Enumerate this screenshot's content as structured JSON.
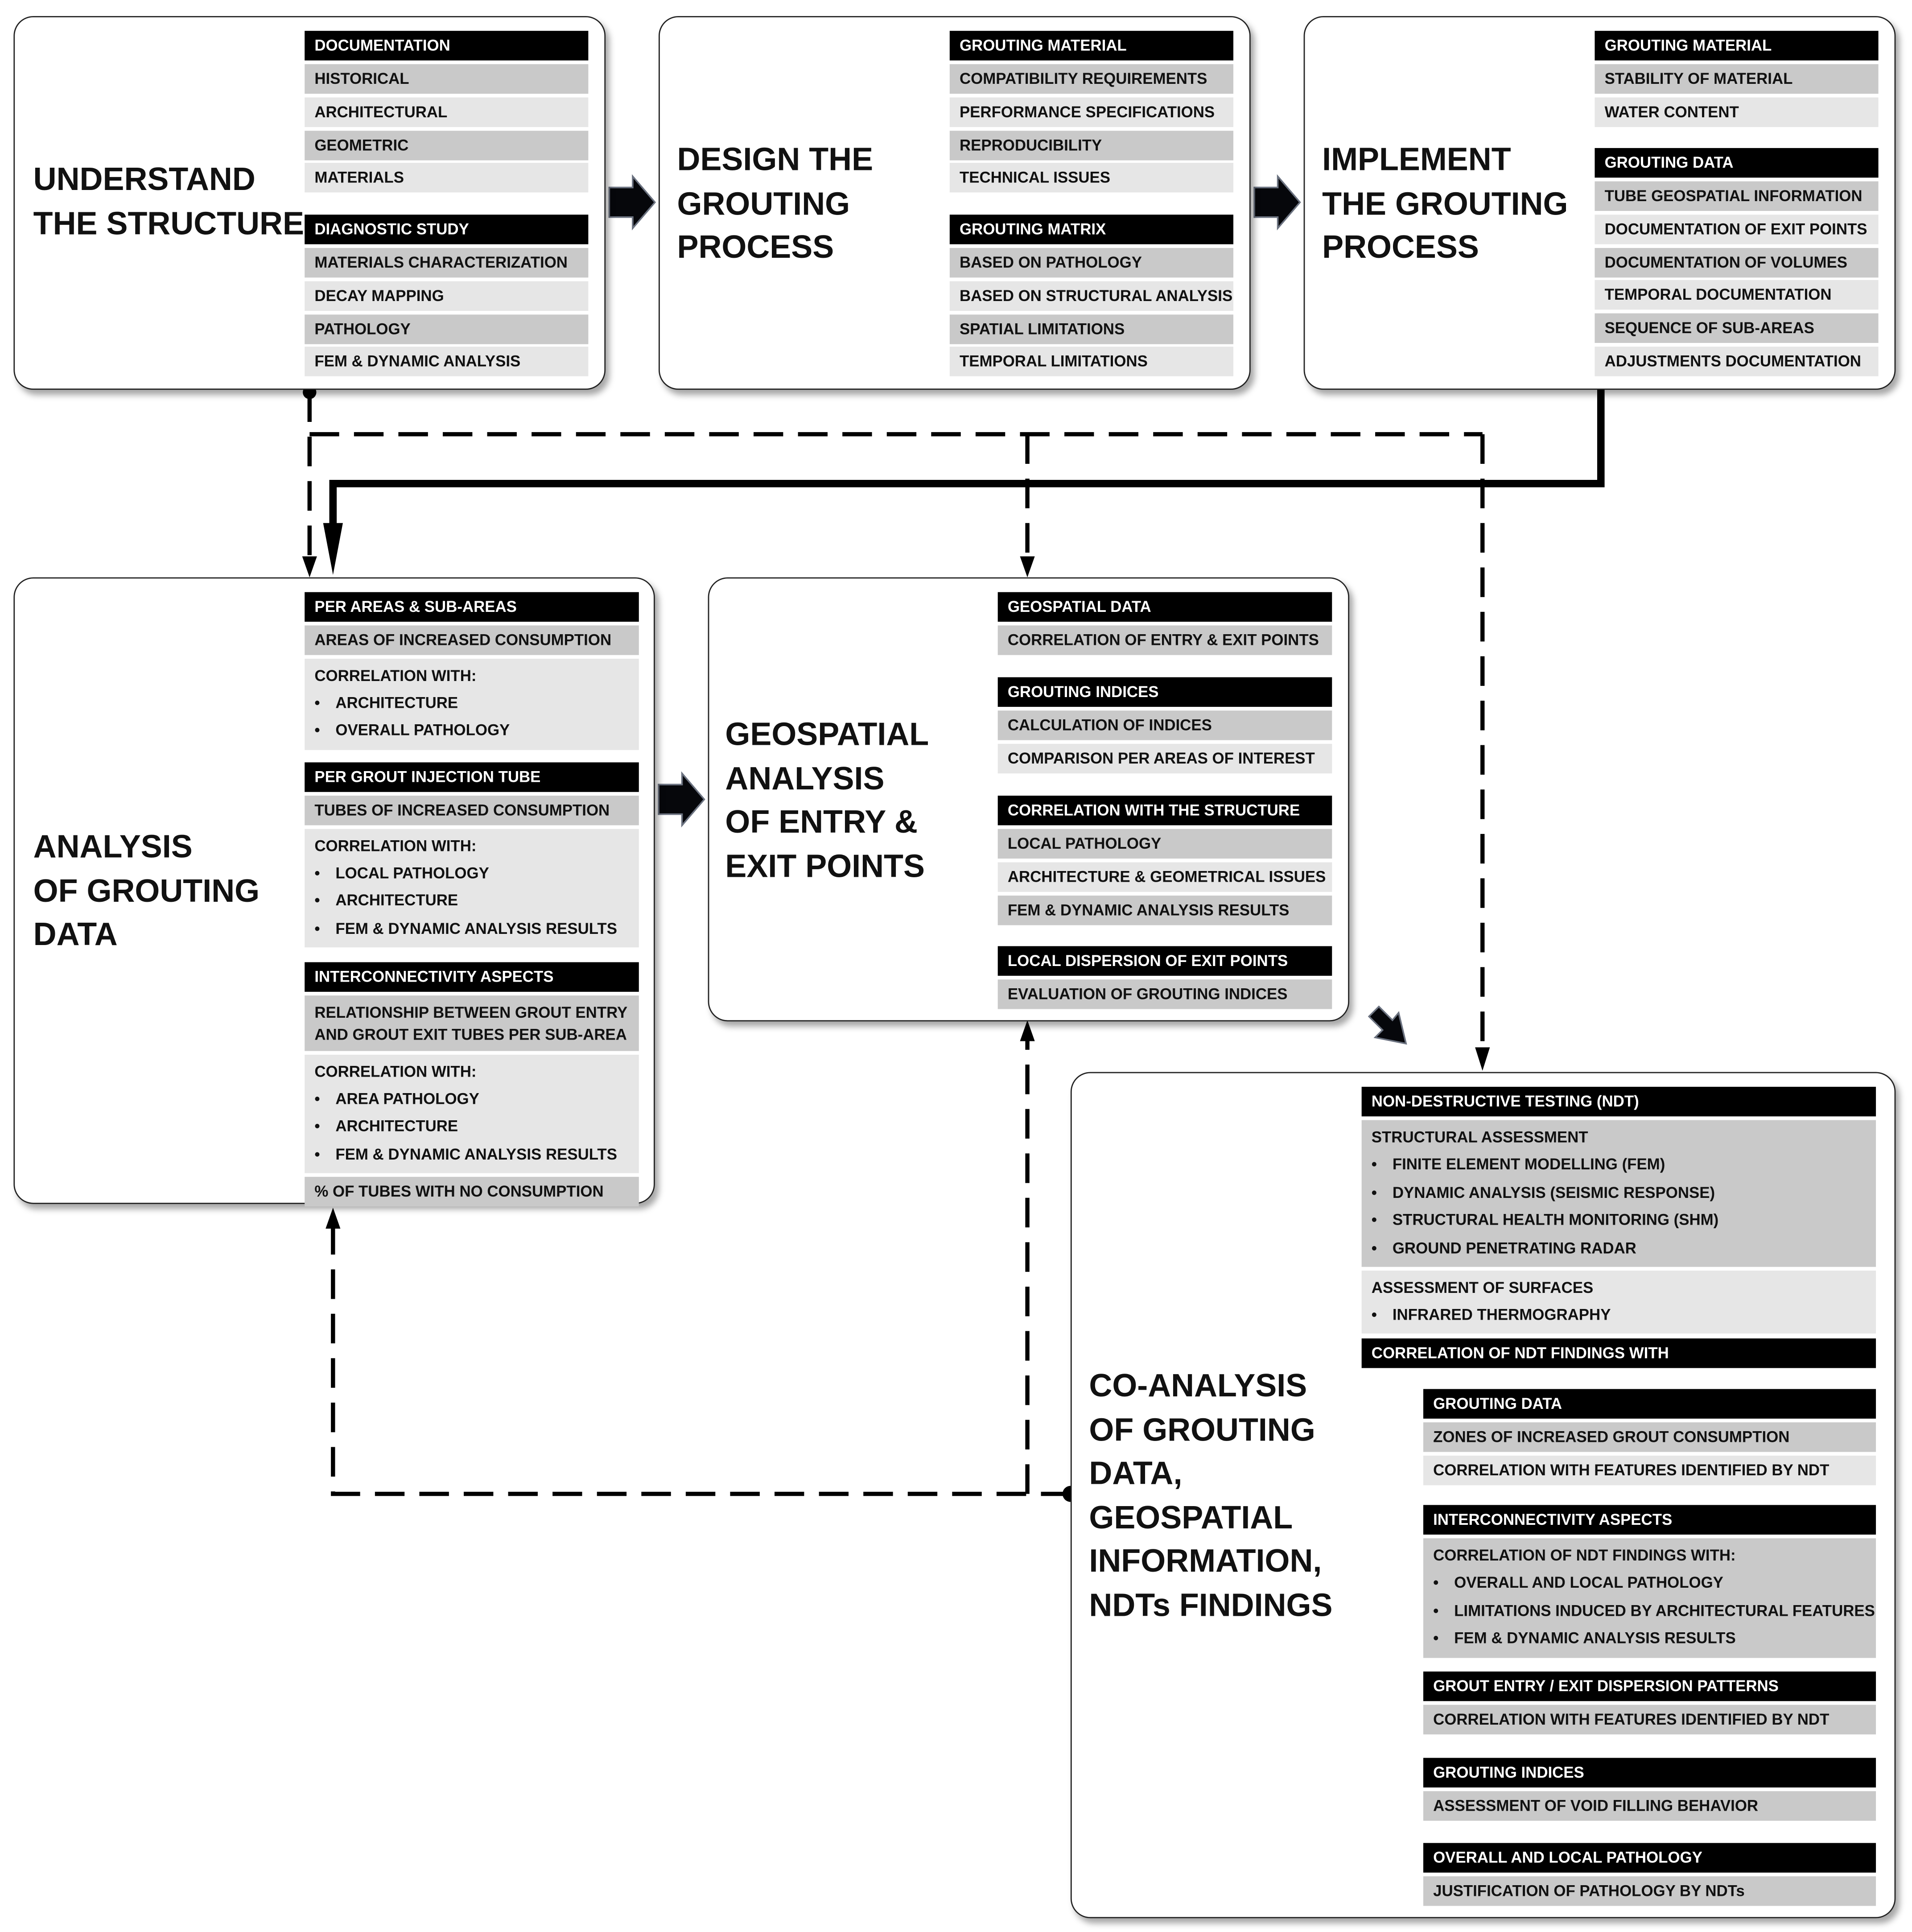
{
  "understand": {
    "title": [
      "UNDERSTAND",
      "THE STRUCTURE"
    ],
    "groups": [
      {
        "header": "DOCUMENTATION",
        "items": [
          "HISTORICAL",
          "ARCHITECTURAL",
          "GEOMETRIC",
          "MATERIALS"
        ]
      },
      {
        "header": "DIAGNOSTIC STUDY",
        "items": [
          "MATERIALS CHARACTERIZATION",
          "DECAY MAPPING",
          "PATHOLOGY",
          "FEM & DYNAMIC ANALYSIS"
        ]
      }
    ]
  },
  "design": {
    "title": [
      "DESIGN THE",
      "GROUTING",
      "PROCESS"
    ],
    "groups": [
      {
        "header": "GROUTING MATERIAL",
        "items": [
          "COMPATIBILITY REQUIREMENTS",
          "PERFORMANCE SPECIFICATIONS",
          "REPRODUCIBILITY",
          "TECHNICAL ISSUES"
        ]
      },
      {
        "header": "GROUTING MATRIX",
        "items": [
          "BASED ON PATHOLOGY",
          "BASED ON STRUCTURAL ANALYSIS",
          "SPATIAL LIMITATIONS",
          "TEMPORAL LIMITATIONS"
        ]
      }
    ]
  },
  "implement": {
    "title": [
      "IMPLEMENT",
      "THE GROUTING",
      "PROCESS"
    ],
    "groups": [
      {
        "header": "GROUTING MATERIAL",
        "items": [
          "STABILITY OF MATERIAL",
          "WATER CONTENT"
        ]
      },
      {
        "header": "GROUTING DATA",
        "items": [
          "TUBE GEOSPATIAL INFORMATION",
          "DOCUMENTATION OF EXIT POINTS",
          "DOCUMENTATION OF VOLUMES",
          "TEMPORAL DOCUMENTATION",
          "SEQUENCE OF SUB-AREAS",
          "ADJUSTMENTS DOCUMENTATION"
        ]
      }
    ]
  },
  "analysis": {
    "title": [
      "ANALYSIS",
      "OF GROUTING",
      "DATA"
    ],
    "groups": [
      {
        "header": "PER AREAS & SUB-AREAS",
        "items": [
          {
            "text": "AREAS OF INCREASED CONSUMPTION"
          },
          {
            "lines": [
              "CORRELATION WITH:"
            ],
            "bullets": [
              "ARCHITECTURE",
              "OVERALL PATHOLOGY"
            ]
          }
        ]
      },
      {
        "header": "PER GROUT INJECTION TUBE",
        "items": [
          {
            "text": "TUBES OF INCREASED CONSUMPTION"
          },
          {
            "lines": [
              "CORRELATION WITH:"
            ],
            "bullets": [
              "LOCAL PATHOLOGY",
              "ARCHITECTURE",
              "FEM & DYNAMIC ANALYSIS RESULTS"
            ]
          }
        ]
      },
      {
        "header": "INTERCONNECTIVITY ASPECTS",
        "items": [
          {
            "lines": [
              "RELATIONSHIP BETWEEN GROUT ENTRY",
              "AND GROUT EXIT TUBES PER SUB-AREA"
            ]
          },
          {
            "lines": [
              "CORRELATION WITH:"
            ],
            "bullets": [
              "AREA PATHOLOGY",
              "ARCHITECTURE",
              "FEM & DYNAMIC ANALYSIS RESULTS"
            ]
          },
          {
            "text": "% OF TUBES WITH NO CONSUMPTION"
          }
        ]
      }
    ]
  },
  "geospatial": {
    "title": [
      "GEOSPATIAL",
      "ANALYSIS",
      "OF ENTRY &",
      "EXIT POINTS"
    ],
    "groups": [
      {
        "header": "GEOSPATIAL DATA",
        "items": [
          "CORRELATION OF ENTRY & EXIT POINTS"
        ]
      },
      {
        "header": "GROUTING INDICES",
        "items": [
          "CALCULATION OF INDICES",
          "COMPARISON PER AREAS OF INTEREST"
        ]
      },
      {
        "header": "CORRELATION WITH THE STRUCTURE",
        "items": [
          "LOCAL PATHOLOGY",
          "ARCHITECTURE & GEOMETRICAL ISSUES",
          "FEM & DYNAMIC ANALYSIS RESULTS"
        ]
      },
      {
        "header": "LOCAL DISPERSION OF EXIT POINTS",
        "items": [
          "EVALUATION OF GROUTING INDICES"
        ]
      }
    ]
  },
  "coanalysis": {
    "title": [
      "CO-ANALYSIS",
      "OF GROUTING",
      "DATA,",
      "GEOSPATIAL",
      "INFORMATION,",
      "NDTs FINDINGS"
    ],
    "ndt": {
      "header": "NON-DESTRUCTIVE TESTING (NDT)",
      "items": [
        {
          "lines": [
            "STRUCTURAL ASSESSMENT"
          ],
          "bullets": [
            "FINITE ELEMENT MODELLING (FEM)",
            "DYNAMIC ANALYSIS (SEISMIC RESPONSE)",
            "STRUCTURAL HEALTH MONITORING (SHM)",
            "GROUND PENETRATING RADAR"
          ]
        },
        {
          "lines": [
            "ASSESSMENT OF SURFACES"
          ],
          "bullets": [
            "INFRARED THERMOGRAPHY"
          ]
        }
      ]
    },
    "correlation_header": "CORRELATION OF NDT FINDINGS WITH",
    "sub_groups": [
      {
        "header": "GROUTING DATA",
        "items": [
          {
            "text": "ZONES OF INCREASED GROUT CONSUMPTION"
          },
          {
            "text": "CORRELATION WITH FEATURES IDENTIFIED BY NDT"
          }
        ]
      },
      {
        "header": "INTERCONNECTIVITY ASPECTS",
        "items": [
          {
            "lines": [
              "CORRELATION OF NDT FINDINGS WITH:"
            ],
            "bullets": [
              "OVERALL AND LOCAL PATHOLOGY",
              "LIMITATIONS INDUCED BY ARCHITECTURAL FEATURES",
              "FEM & DYNAMIC ANALYSIS RESULTS"
            ]
          }
        ]
      },
      {
        "header": "GROUT ENTRY / EXIT DISPERSION PATTERNS",
        "items": [
          {
            "text": "CORRELATION WITH FEATURES IDENTIFIED BY NDT"
          }
        ]
      },
      {
        "header": "GROUTING INDICES",
        "items": [
          {
            "text": "ASSESSMENT OF VOID FILLING BEHAVIOR"
          }
        ]
      },
      {
        "header": "OVERALL AND LOCAL PATHOLOGY",
        "items": [
          {
            "text": "JUSTIFICATION OF PATHOLOGY BY NDTs"
          }
        ]
      }
    ]
  }
}
